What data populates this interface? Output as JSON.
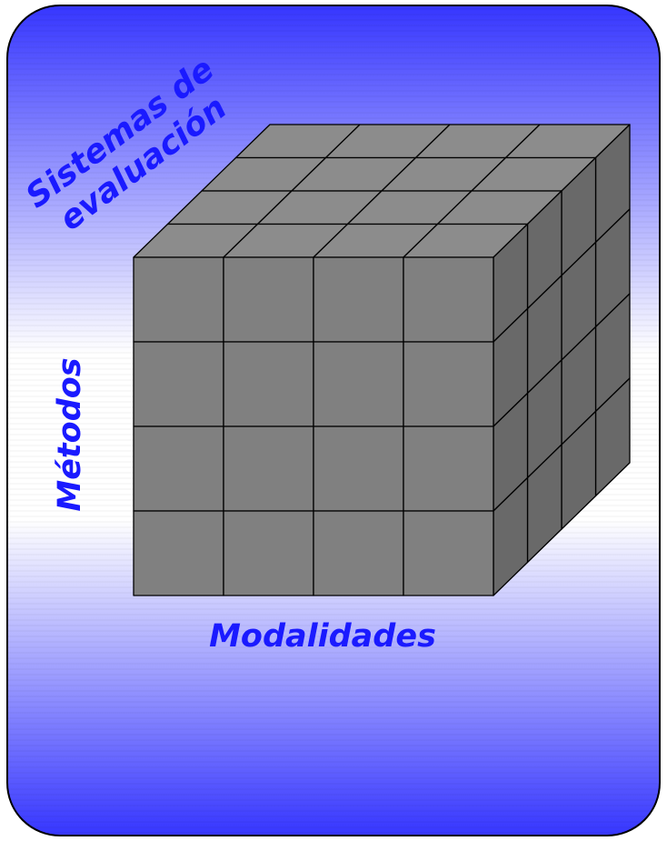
{
  "labels": {
    "depth_line1": "Sistemas de",
    "depth_line2": "evaluación",
    "vertical": "Métodos",
    "horizontal": "Modalidades"
  },
  "grid": {
    "rows": 4,
    "columns": 4,
    "layers": 4
  },
  "colors": {
    "front_face": "#808080",
    "top_face": "#8c8c8c",
    "side_face": "#696969",
    "edge": "#000000",
    "label": "#1a1aff",
    "gradient_blue": "#3636ff",
    "gradient_white": "#ffffff"
  }
}
